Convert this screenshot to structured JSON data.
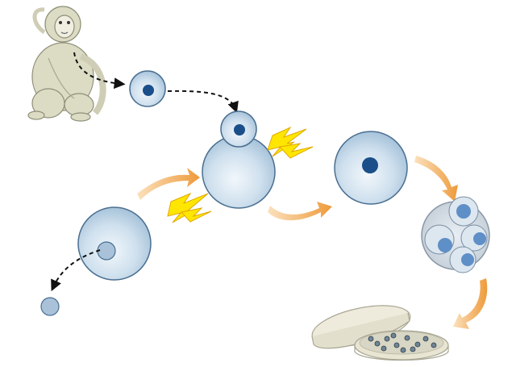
{
  "diagram": {
    "stages": [
      {
        "id": "donor-animal",
        "kind": "monkey"
      },
      {
        "id": "donor-somatic-cell",
        "kind": "small cell with dark nucleus"
      },
      {
        "id": "egg-cell",
        "kind": "large cell with nucleus"
      },
      {
        "id": "removed-nucleus",
        "kind": "small detached nucleus"
      },
      {
        "id": "fusion",
        "kind": "somatic cell fused onto enucleated egg",
        "stimulus": "electric-shock"
      },
      {
        "id": "reconstructed-egg",
        "kind": "large cell with dark nucleus"
      },
      {
        "id": "early-embryo",
        "kind": "multi-cell embryo"
      },
      {
        "id": "culture-dish",
        "kind": "petri dish with embryos"
      }
    ],
    "colors": {
      "cell_fill": "#c9dcec",
      "cell_stroke": "#4a6f90",
      "nucleus_dark": "#1a4f8a",
      "nucleus_light": "#a9c2da",
      "arrow_orange": "#f0a040",
      "lightning": "#ffe600",
      "monkey": "#d9d8c0"
    },
    "icons": [
      "monkey-icon",
      "lightning-icon",
      "petri-dish-icon"
    ]
  }
}
